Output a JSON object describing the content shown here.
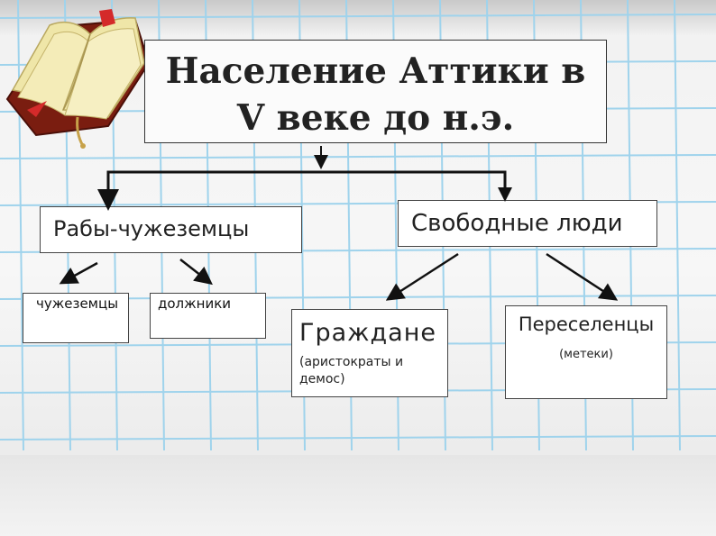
{
  "title": {
    "line1": "Население Аттики  в",
    "line2": "V веке до н.э."
  },
  "nodes": {
    "slaves": "Рабы-чужеземцы",
    "free": "Свободные люди",
    "foreigners": "чужеземцы",
    "debtors": "должники",
    "citizens": {
      "title": "Граждане",
      "subtitle": "(аристократы  и демос)"
    },
    "settlers": {
      "title": "Переселенцы",
      "subtitle": "(метеки)"
    }
  },
  "colors": {
    "grid": "#9fd3ec",
    "arrow": "#111111",
    "book_cover": "#7a1d10",
    "book_pages": "#efe6a8",
    "bookmark": "#d42a2a"
  }
}
